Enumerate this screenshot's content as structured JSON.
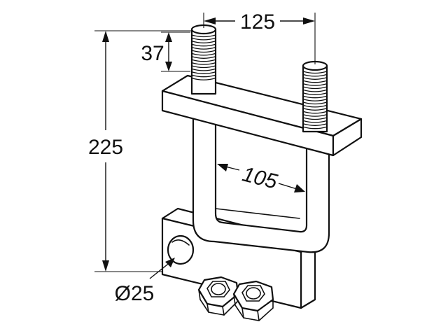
{
  "dimensions": {
    "bolt_spacing": "125",
    "thread_length": "37",
    "overall_height": "225",
    "inner_width": "105",
    "hole_diameter": "Ø25"
  },
  "colors": {
    "line": "#111111",
    "background": "#ffffff"
  }
}
